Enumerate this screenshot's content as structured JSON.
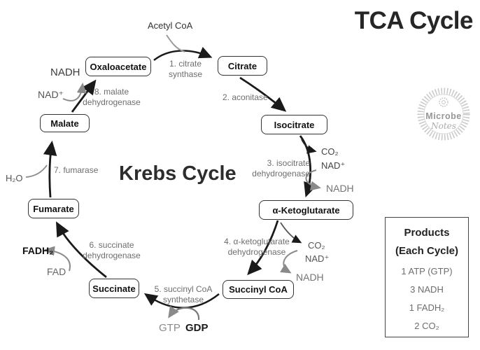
{
  "page": {
    "title": "TCA Cycle",
    "center_title": "Krebs Cycle"
  },
  "logo": {
    "line1": "Microbe",
    "line2": "Notes"
  },
  "metabolites": {
    "oxaloacetate": "Oxaloacetate",
    "citrate": "Citrate",
    "isocitrate": "Isocitrate",
    "alpha_ketoglutarate": "α-Ketoglutarate",
    "succinyl_coa": "Succinyl CoA",
    "succinate": "Succinate",
    "fumarate": "Fumarate",
    "malate": "Malate"
  },
  "enzymes": {
    "step1": "1. citrate synthase",
    "step2": "2. aconitase",
    "step3": "3. isocitrate dehydrogenase",
    "step4": "4. α-ketoglutarate dehydrogenase",
    "step5": "5. succinyl CoA synthetase",
    "step6": "6. succinate dehydrogenase",
    "step7": "7. fumarase",
    "step8": "8. malate dehydrogenase"
  },
  "cofactors": {
    "acetyl_coa": "Acetyl CoA",
    "nadh_top_left": "NADH",
    "nad_top_left": "NAD⁺",
    "h2o": "H₂O",
    "fadh2": "FADH₂",
    "fad": "FAD",
    "gtp": "GTP",
    "gdp": "GDP",
    "co2_isocitrate": "CO₂",
    "nad_isocitrate": "NAD⁺",
    "nadh_isocitrate": "NADH",
    "co2_ketoglutarate": "CO₂",
    "nad_ketoglutarate": "NAD⁺",
    "nadh_ketoglutarate": "NADH"
  },
  "products": {
    "title": "Products",
    "subtitle": "(Each Cycle)",
    "items": [
      "1 ATP (GTP)",
      "3 NADH",
      "1 FADH₂",
      "2 CO₂"
    ]
  },
  "colors": {
    "box_border": "#333333",
    "enzyme_text": "#6e6e6e",
    "black_arrow": "#1a1a1a",
    "gray_arrow": "#888888"
  }
}
